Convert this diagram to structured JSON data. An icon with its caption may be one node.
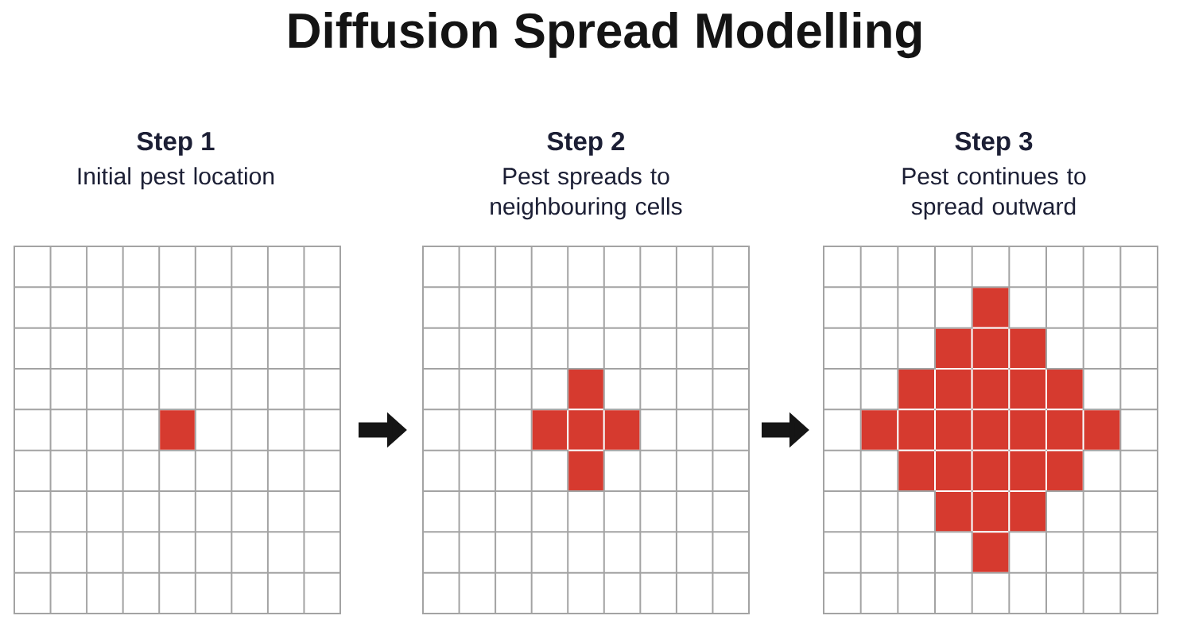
{
  "diagram": {
    "title": "Diffusion Spread Modelling",
    "nodes": [
      {
        "text": [
          "Step 1",
          "Initial pest location"
        ]
      },
      {
        "text": [
          "Step 2",
          "Pest spreads to neighbouring cells"
        ]
      },
      {
        "text": [
          "Step 3",
          "Pest continues to spread outward"
        ]
      }
    ],
    "edges": [
      {
        "from": 0,
        "to": 1,
        "arrow": "to"
      },
      {
        "from": 1,
        "to": 2,
        "arrow": "to"
      }
    ]
  }
}
